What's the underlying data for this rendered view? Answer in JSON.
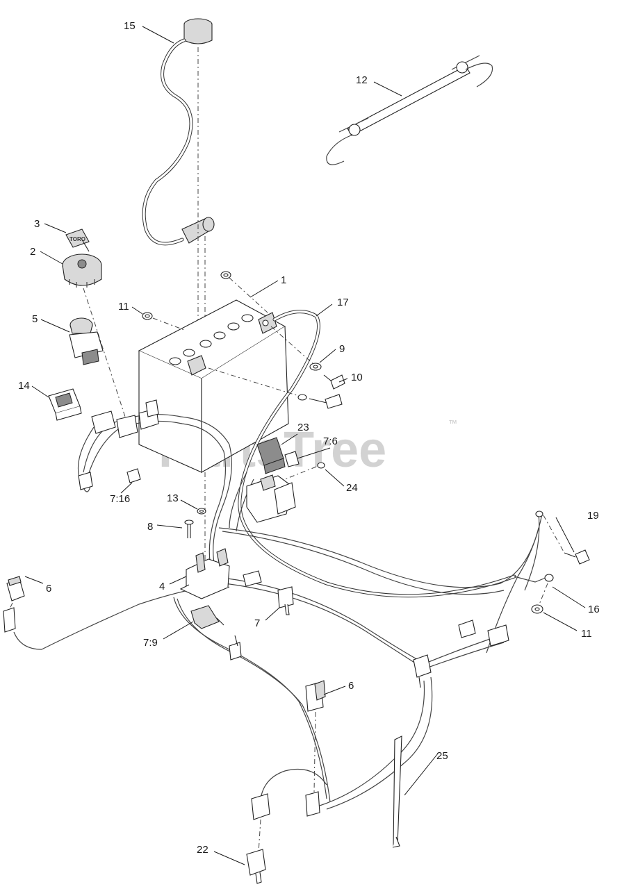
{
  "watermark": {
    "text": "PartsTree",
    "tm": "™"
  },
  "key_logo": "TORO",
  "callouts": {
    "c1": "1",
    "c2": "2",
    "c3": "3",
    "c4": "4",
    "c5": "5",
    "c6a": "6",
    "c6b": "6",
    "c7": "7",
    "c7_6": "7:6",
    "c7_9": "7:9",
    "c7_16": "7:16",
    "c8": "8",
    "c9": "9",
    "c10": "10",
    "c11a": "11",
    "c11b": "11",
    "c12": "12",
    "c13": "13",
    "c14": "14",
    "c15": "15",
    "c16": "16",
    "c17": "17",
    "c19": "19",
    "c22": "22",
    "c23": "23",
    "c24": "24",
    "c25": "25"
  }
}
